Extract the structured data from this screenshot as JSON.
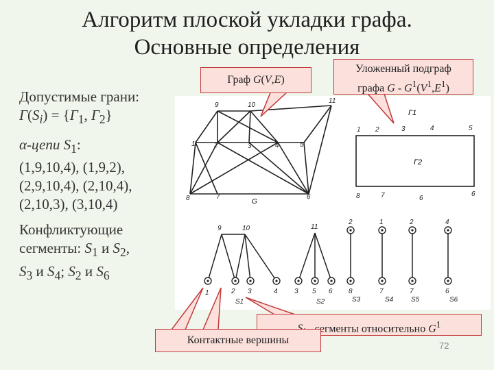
{
  "title": {
    "line1": "Алгоритм плоской укладки графа.",
    "line2": "Основные определения"
  },
  "left": {
    "admissible_label": "Допустимые грани:",
    "admissible_formula": "Г(Si) = {Г1, Г2}",
    "chains_label": "α-цепи S1:",
    "chains_line1": "(1,9,10,4), (1,9,2),",
    "chains_line2": "(2,9,10,4), (2,10,4),",
    "chains_line3": "(2,10,3), (3,10,4)",
    "conflict_label1": "Конфликтующие",
    "conflict_line2": "сегменты: S1 и S2,",
    "conflict_line3": "S3 и S4; S2 и S6"
  },
  "callouts": {
    "graph": "Граф G(V,E)",
    "subgraph_line1": "Уложенный подграф",
    "subgraph_line2": "графа G - G1(V1,E1)",
    "segments": "Si - сегменты относительно G1",
    "contact": "Контактные вершины"
  },
  "figure": {
    "graph_label": "G",
    "face1": "Г1",
    "face2": "Г2",
    "segment_labels": [
      "S1",
      "S2",
      "S3",
      "S4",
      "S5",
      "S6"
    ]
  },
  "page_number": "72"
}
